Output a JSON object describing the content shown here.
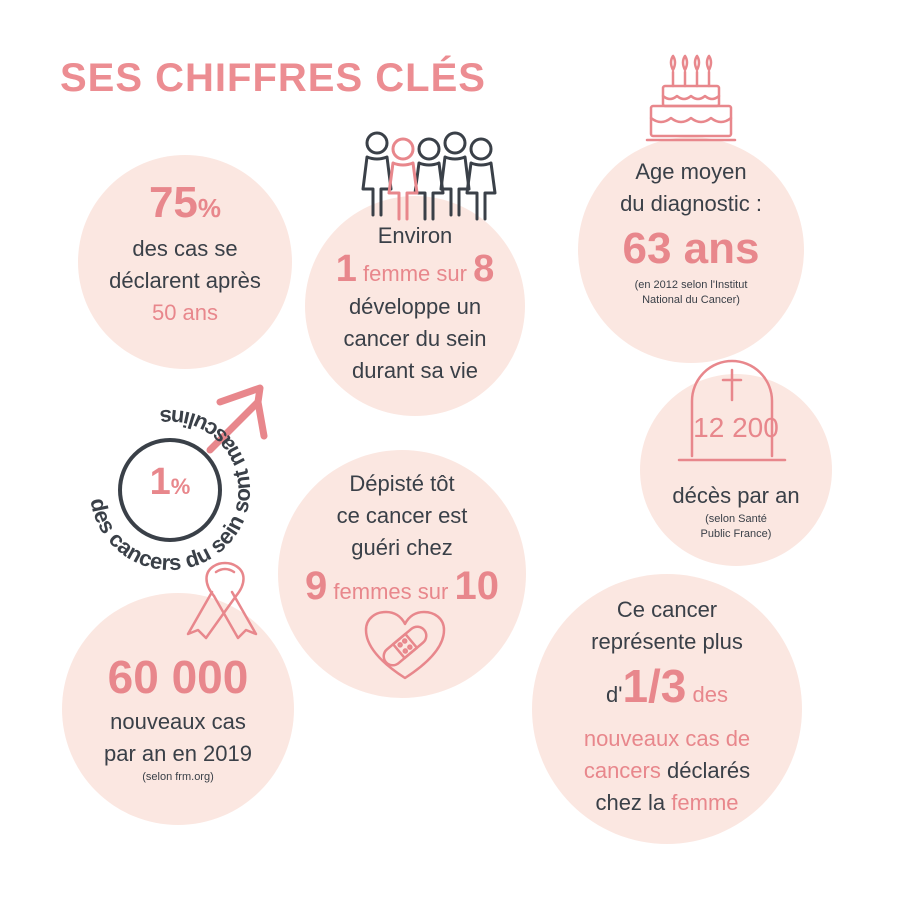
{
  "title": "SES CHIFFRES CLÉS",
  "colors": {
    "accent": "#ec8d92",
    "circle": "#fbe7e1",
    "dark": "#3a4048"
  },
  "stat_age": {
    "big": "75",
    "unit": "%",
    "line1": "des cas se",
    "line2": "déclarent après",
    "line3": "50 ans"
  },
  "stat_women": {
    "line1": "Environ",
    "num1": "1",
    "mid": "femme sur",
    "num2": "8",
    "line3": "développe un",
    "line4": "cancer du sein",
    "line5": "durant sa vie"
  },
  "stat_mean_age": {
    "line1": "Age moyen",
    "line2": "du diagnostic :",
    "big": "63 ans",
    "note1": "(en 2012 selon l'Institut",
    "note2": "National du Cancer)"
  },
  "stat_men": {
    "big": "1",
    "unit": "%",
    "curve_text": "des cancers du sein sont masculins"
  },
  "stat_deaths": {
    "big": "12 200",
    "line1": "décès par an",
    "note1": "(selon Santé",
    "note2": "Public France)"
  },
  "stat_cure": {
    "line1": "Dépisté tôt",
    "line2": "ce cancer est",
    "line3": "guéri chez",
    "num1": "9",
    "mid": "femmes sur",
    "num2": "10"
  },
  "stat_new_cases": {
    "big": "60 000",
    "line1": "nouveaux cas",
    "line2": "par an en 2019",
    "note": "(selon frm.org)"
  },
  "stat_share": {
    "line1": "Ce cancer",
    "line2": "représente plus",
    "pre": "d'",
    "big": "1/3",
    "post": " des",
    "line4": "nouveaux cas de",
    "line5a": "cancers",
    "line5b": " déclarés",
    "line6a": "chez la ",
    "line6b": "femme"
  },
  "icons": [
    "women-group-icon",
    "birthday-cake-icon",
    "male-symbol-icon",
    "gravestone-icon",
    "ribbon-icon",
    "heart-bandage-icon"
  ]
}
